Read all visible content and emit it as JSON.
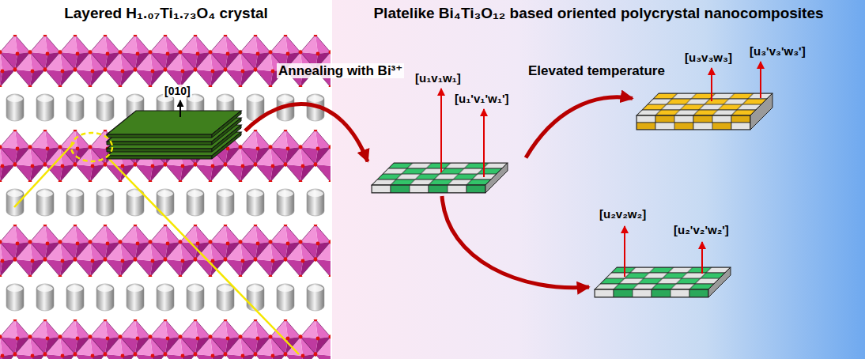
{
  "diagram": {
    "nodes": [
      {
        "text": [
          "Layered H₁.₀₇Ti₁.₇₃O₄ crystal"
        ]
      },
      {
        "text": [
          "[010]"
        ],
        "in": 0
      },
      {
        "text": [
          "Platelike Bi₄Ti₃O₁₂ based oriented polycrystal nanocomposites"
        ]
      },
      {
        "text": [
          "[u₁v₁w₁]",
          "[u₁'v₁'w₁']"
        ],
        "in": 2
      },
      {
        "text": [
          "[u₃v₃w₃]",
          "[u₃'v₃'w₃']"
        ],
        "in": 2
      },
      {
        "text": [
          "[u₂v₂w₂]",
          "[u₂'v₂'w₂']"
        ],
        "in": 2
      }
    ],
    "edges": [
      {
        "from": 1,
        "to": 3,
        "arrow": "to",
        "label": "Annealing with Bi³⁺"
      },
      {
        "from": 3,
        "to": 4,
        "arrow": "to",
        "label": "Elevated temperature"
      },
      {
        "from": 3,
        "to": 5,
        "arrow": "to"
      }
    ]
  }
}
